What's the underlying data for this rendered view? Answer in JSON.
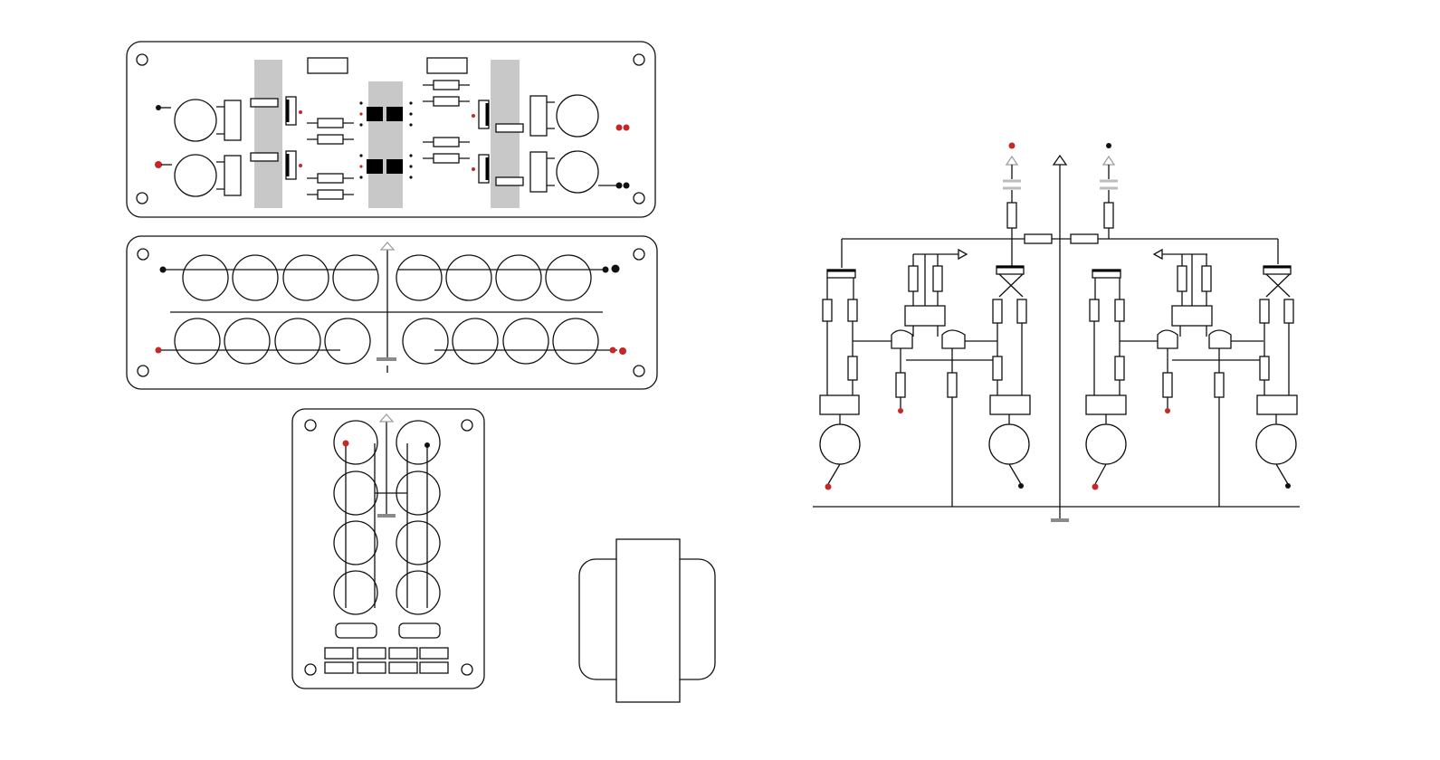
{
  "figure": {
    "description_labels": [],
    "colors": {
      "outline": "#111111",
      "heatsink": "#c8c8c8",
      "positive_terminal": "#c62828",
      "negative_terminal": "#111111",
      "ground": "#8a8a8a",
      "bypass_capacitor": "#bdbdbd"
    },
    "components": {
      "amp_board": {
        "transistors": 4,
        "resistors": 16,
        "output_caps": 4,
        "mount_holes": 4
      },
      "cap_bank_board": {
        "capacitors": 16,
        "mount_holes": 4
      },
      "psu_board": {
        "capacitors": 8,
        "rectifiers": 2,
        "diodes": 8,
        "mount_holes": 4
      },
      "transformer": {
        "count": 1
      },
      "schematic": {
        "channels": 2,
        "output_caps": 4
      }
    }
  }
}
